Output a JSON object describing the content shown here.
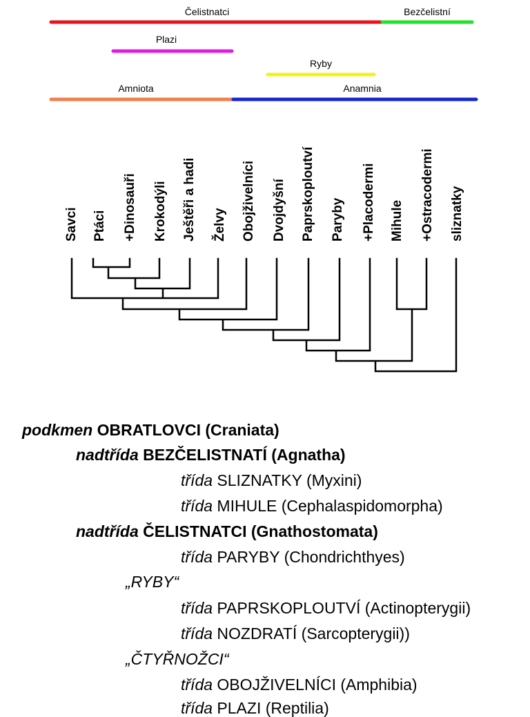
{
  "bars": [
    {
      "label": "Čelistnatci",
      "color": "#e8141c"
    },
    {
      "label": "Bezčelistní",
      "color": "#22e32a"
    },
    {
      "label": "Plazi",
      "color": "#e21ae4"
    },
    {
      "label": "Ryby",
      "color": "#f2f21b"
    },
    {
      "label": "Amniota",
      "color": "#f07f4b"
    },
    {
      "label": "Anamnia",
      "color": "#1425d6"
    }
  ],
  "taxa": [
    "Savci",
    "Ptáci",
    "+Dinosauři",
    "Krokodýli",
    "Ještěři a hadi",
    "Želvy",
    "Obojživelníci",
    "Dvojdyšní",
    "Paprskoploutví",
    "Paryby",
    "+Placodermi",
    "Mihule",
    "+Ostracodermi",
    "sliznatky"
  ],
  "taxonomy": [
    {
      "rank": "podkmen",
      "name": "OBRATLOVCI (Craniata)"
    },
    {
      "rank": "nadtřída",
      "name": "BEZČELISTNATÍ (Agnatha)"
    },
    {
      "rank": "třída",
      "name": "SLIZNATKY (Myxini)"
    },
    {
      "rank": "třída",
      "name": "MIHULE (Cephalaspidomorpha)"
    },
    {
      "rank": "nadtřída",
      "name": "ČELISTNATCI (Gnathostomata)"
    },
    {
      "rank": "třída",
      "name": "PARYBY (Chondrichthyes)"
    },
    {
      "group": "„RYBY“"
    },
    {
      "rank": "třída",
      "name": "PAPRSKOPLOUTVÍ (Actinopterygii)"
    },
    {
      "rank": "třída",
      "name": "NOZDRATÍ (Sarcopterygii))"
    },
    {
      "group": "„ČTYŘNOŽCI“"
    },
    {
      "rank": "třída",
      "name": "OBOJŽIVELNÍCI (Amphibia)"
    },
    {
      "rank": "třída",
      "name": "PLAZI (Reptilia)"
    }
  ]
}
